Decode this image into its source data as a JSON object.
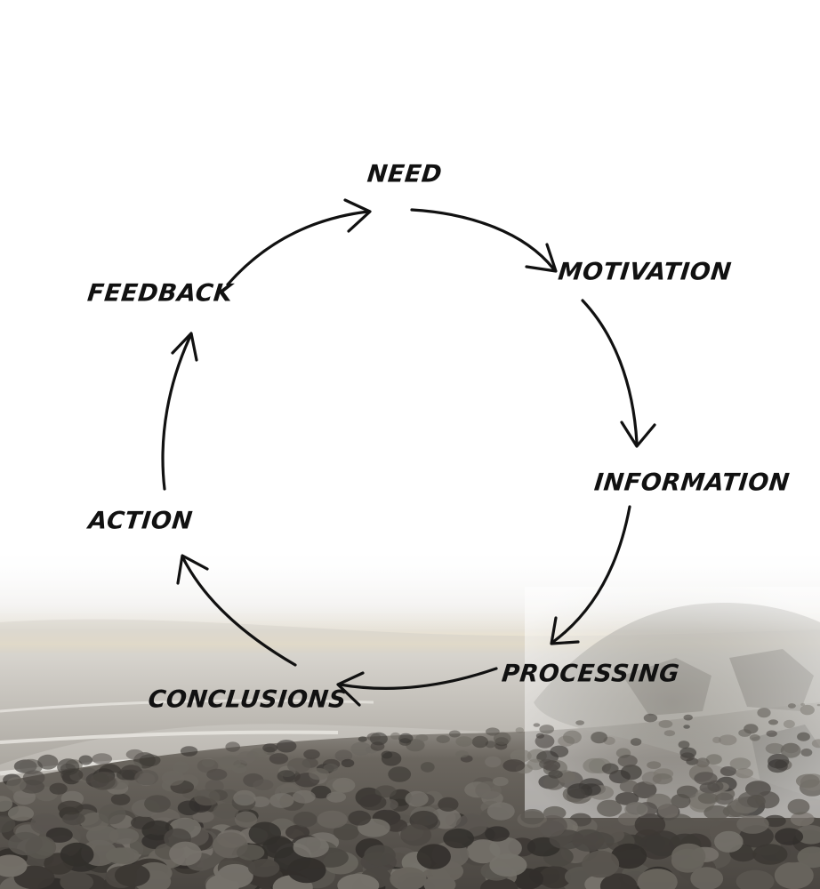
{
  "diagram": {
    "stages": [
      {
        "id": "need",
        "label": "NEED"
      },
      {
        "id": "motivation",
        "label": "MOTIVATION"
      },
      {
        "id": "information",
        "label": "INFORMATION"
      },
      {
        "id": "processing",
        "label": "PROCESSING"
      },
      {
        "id": "conclusions",
        "label": "CONCLUSIONS"
      },
      {
        "id": "action",
        "label": "ACTION"
      },
      {
        "id": "feedback",
        "label": "FEEDBACK"
      }
    ],
    "flow": "clockwise cycle",
    "arrow_color": "#111111"
  },
  "background": {
    "subject": "pebble-beach-shoreline-photo",
    "sky_color": "#ffffff",
    "horizon_glow_color": "#e9dcc0",
    "water_color": "#b9b7b2",
    "pebble_color": "#55514c"
  }
}
